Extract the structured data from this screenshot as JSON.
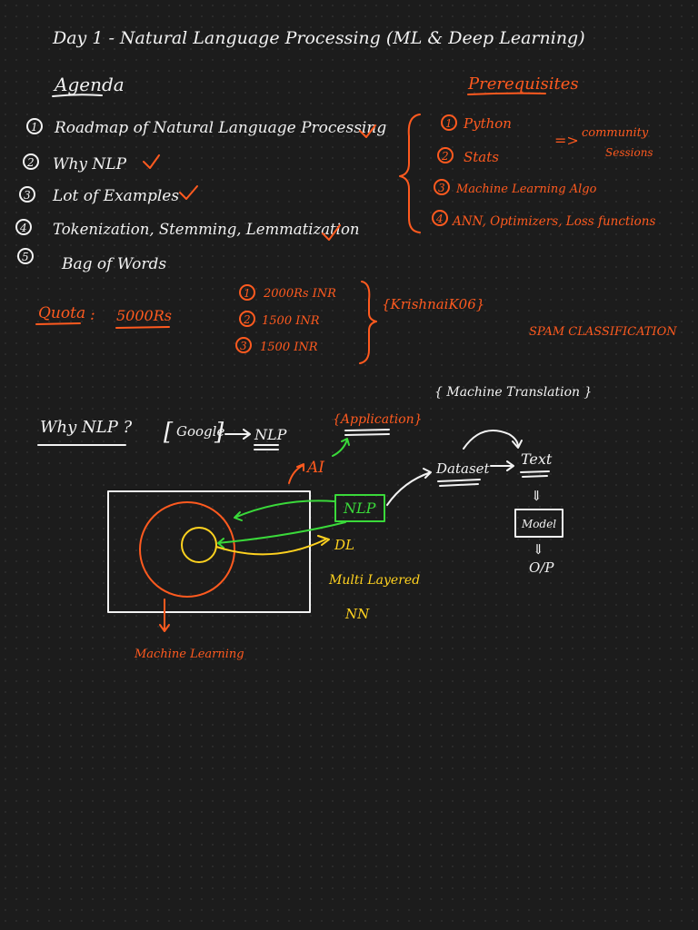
{
  "title": "Day 1 - Natural Language Processing (ML & Deep Learning)",
  "agenda": {
    "heading": "Agenda",
    "items": [
      {
        "num": "1",
        "text": "Roadmap of Natural Language Processing"
      },
      {
        "num": "2",
        "text": "Why NLP"
      },
      {
        "num": "3",
        "text": "Lot of Examples"
      },
      {
        "num": "4",
        "text": "Tokenization, Stemming, Lemmatization"
      },
      {
        "num": "5",
        "text": "Bag of Words"
      }
    ]
  },
  "prerequisites": {
    "heading": "Prerequisites",
    "items": [
      {
        "num": "1",
        "text": "Python"
      },
      {
        "num": "2",
        "text": "Stats"
      },
      {
        "num": "3",
        "text": "Machine Learning Algo"
      },
      {
        "num": "4",
        "text": "ANN, Optimizers, Loss functions"
      }
    ],
    "note_line1": "community",
    "note_line2": "Sessions",
    "note_arrow": "=>"
  },
  "quota": {
    "label": "Quota",
    "amount": "5000Rs",
    "tiers": [
      {
        "num": "1",
        "text": "2000Rs INR"
      },
      {
        "num": "2",
        "text": "1500 INR"
      },
      {
        "num": "3",
        "text": "1500 INR"
      }
    ],
    "code": "{KrishnaiK06}"
  },
  "spam": "SPAM CLASSIFICATION",
  "machine_translation": "{ Machine Translation }",
  "why_nlp": {
    "heading": "Why NLP ?",
    "google": "Google",
    "nlp": "NLP",
    "application": "{Application}",
    "ai": "AI"
  },
  "diagram": {
    "nlp_box": "NLP",
    "dl": "DL",
    "multi_layered": "Multi Layered",
    "nn": "NN",
    "ml": "Machine Learning",
    "dataset": "Dataset",
    "text": "Text",
    "model": "Model",
    "op": "O/P"
  }
}
